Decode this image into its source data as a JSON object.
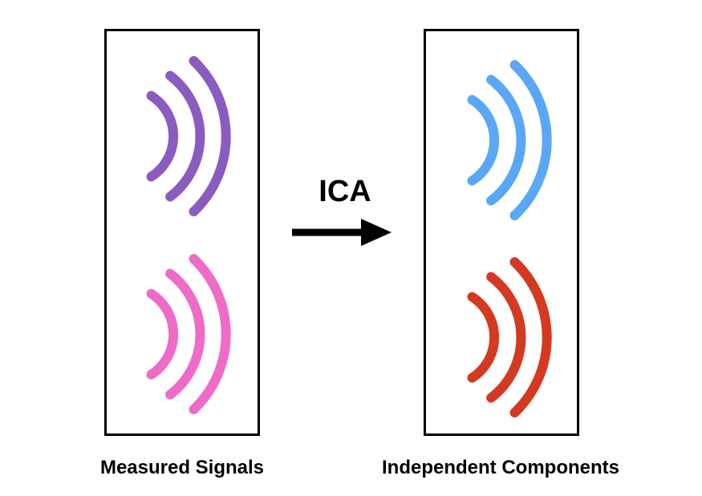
{
  "transform": {
    "label": "ICA"
  },
  "measured": {
    "caption": "Measured Signals",
    "signals": [
      {
        "name": "measured-signal-1",
        "color": "#8a5cc0"
      },
      {
        "name": "measured-signal-2",
        "color": "#f06bc8"
      }
    ]
  },
  "independent": {
    "caption": "Independent Components",
    "signals": [
      {
        "name": "component-1",
        "color": "#5aa8f5"
      },
      {
        "name": "component-2",
        "color": "#d43a22"
      }
    ]
  }
}
